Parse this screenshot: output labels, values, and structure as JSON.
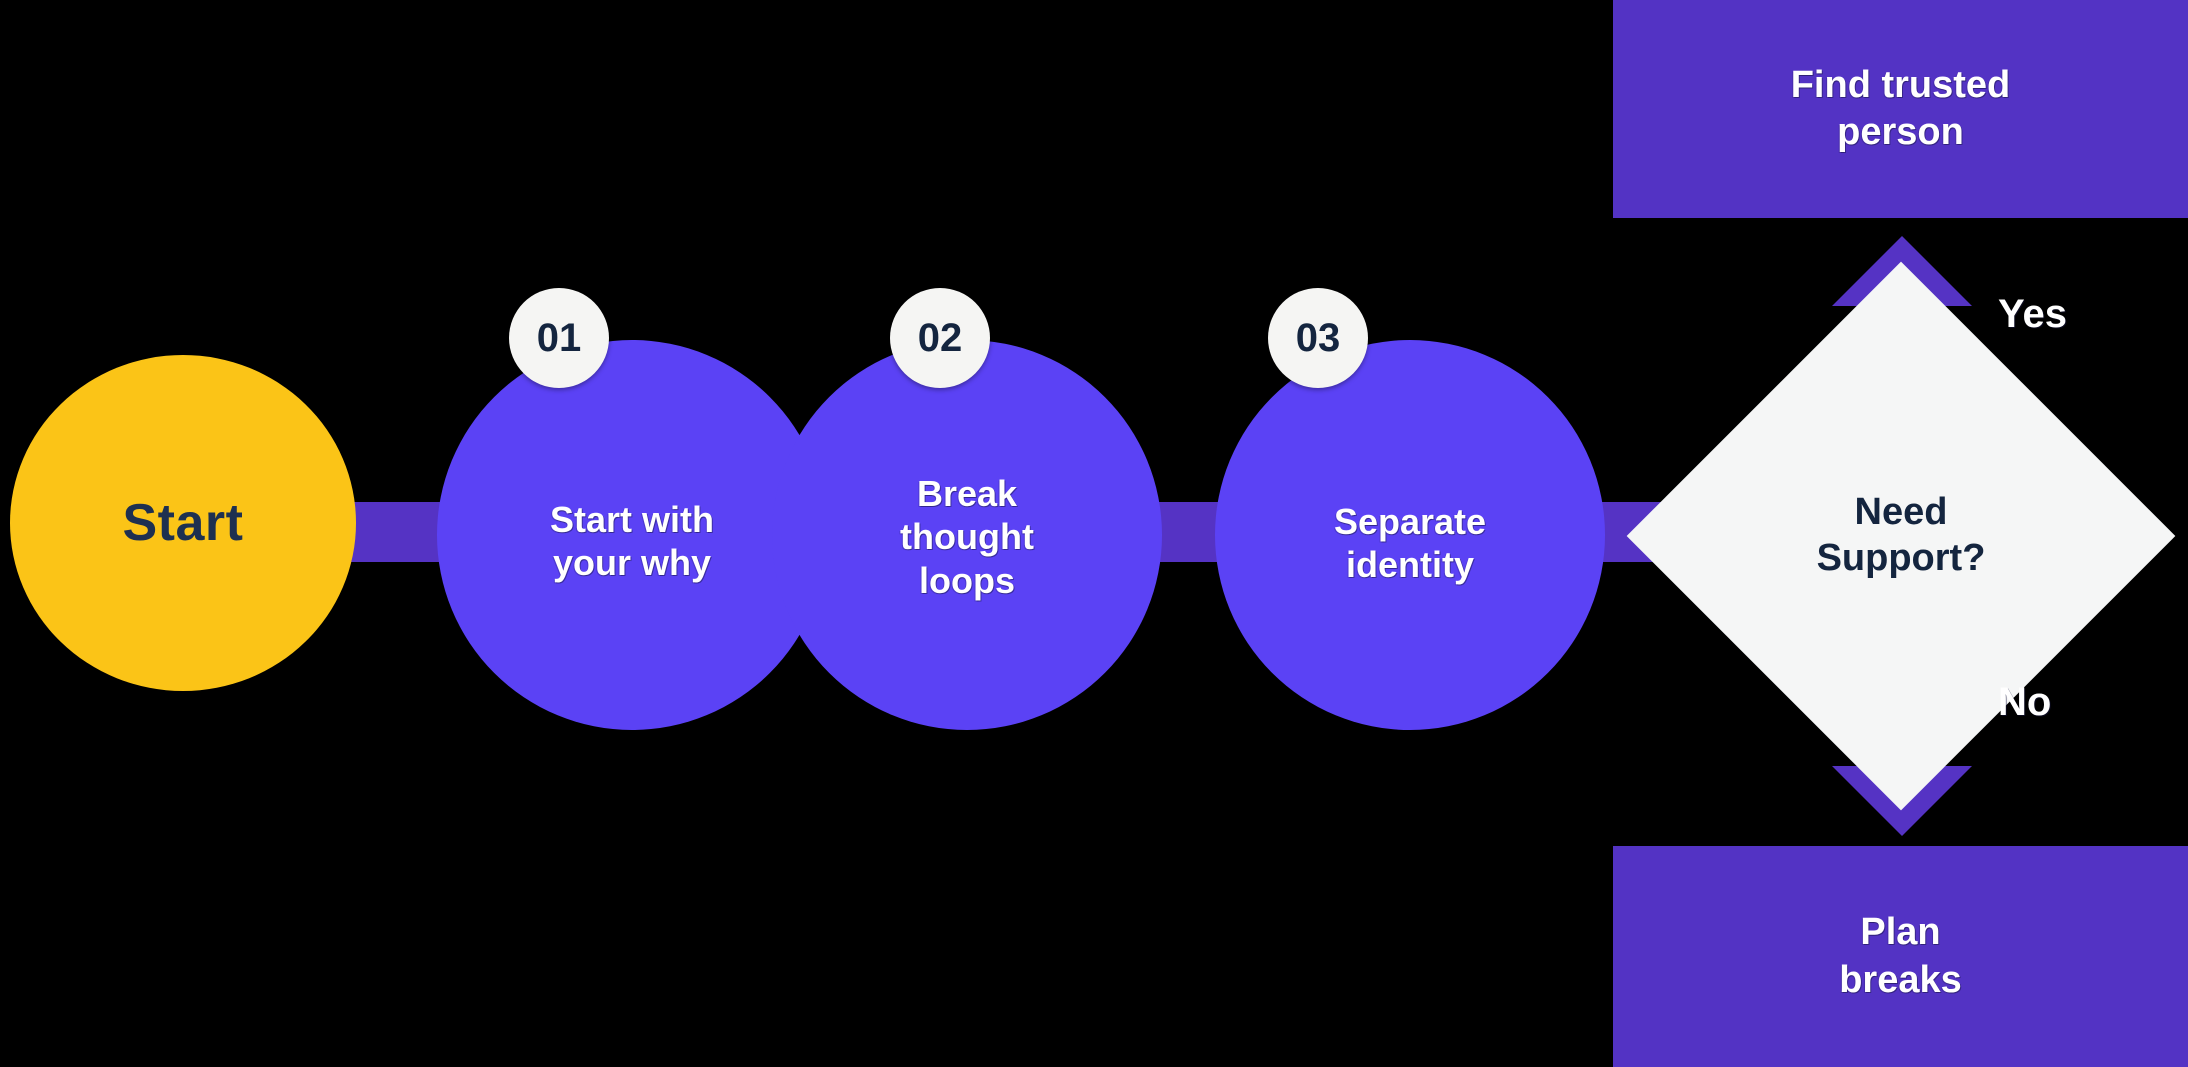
{
  "diagram": {
    "type": "process-flow-with-decision",
    "background_color": "#000000",
    "colors": {
      "start_fill": "#FBC417",
      "start_text": "#1E3050",
      "step_fill": "#5B42F5",
      "connector_fill": "#5533C4",
      "badge_fill": "#F5F5F3",
      "badge_text": "#14253F",
      "decision_fill": "#F5F6F6",
      "decision_text": "#14253F",
      "outcome_fill": "#5333C4",
      "outcome_text": "#FFFFFF",
      "arrow_fill": "#5533C4"
    }
  },
  "start_node": {
    "label": "Start"
  },
  "steps": [
    {
      "number": "01",
      "label": "Start with\nyour why"
    },
    {
      "number": "02",
      "label": "Break\nthought\nloops"
    },
    {
      "number": "03",
      "label": "Separate\nidentity"
    }
  ],
  "decision": {
    "label": "Need\nSupport?",
    "branches": [
      {
        "label": "Yes",
        "direction": "up"
      },
      {
        "label": "No",
        "direction": "down"
      }
    ]
  },
  "outcomes": [
    {
      "id": "yes-outcome",
      "label": "Find trusted\nperson"
    },
    {
      "id": "no-outcome",
      "label": "Plan\nbreaks"
    }
  ]
}
